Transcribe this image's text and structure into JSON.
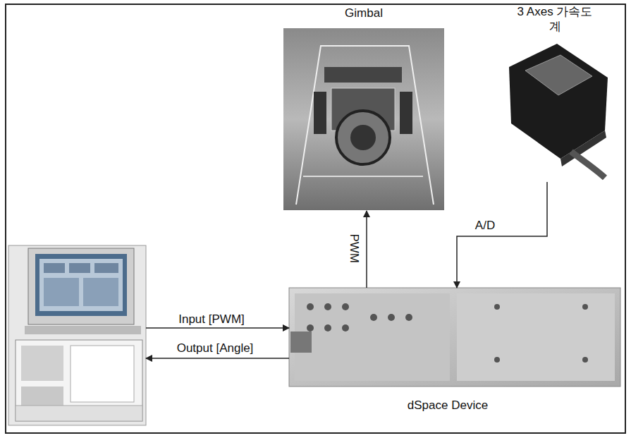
{
  "diagram": {
    "nodes": [
      {
        "text": [
          "Gimbal"
        ]
      },
      {
        "text": [
          "3 Axes 가속도계"
        ]
      },
      {
        "text": []
      },
      {
        "text": [
          "dSpace Device"
        ]
      }
    ],
    "edges": [
      {
        "from": 3,
        "to": 0,
        "label": "PWM",
        "arrow": "to"
      },
      {
        "from": 1,
        "to": 3,
        "label": "A/D",
        "arrow": "to"
      },
      {
        "from": 2,
        "to": 3,
        "label": "Input [PWM]",
        "arrow": "to"
      },
      {
        "from": 3,
        "to": 2,
        "label": "Output [Angle]",
        "arrow": "to"
      }
    ]
  }
}
